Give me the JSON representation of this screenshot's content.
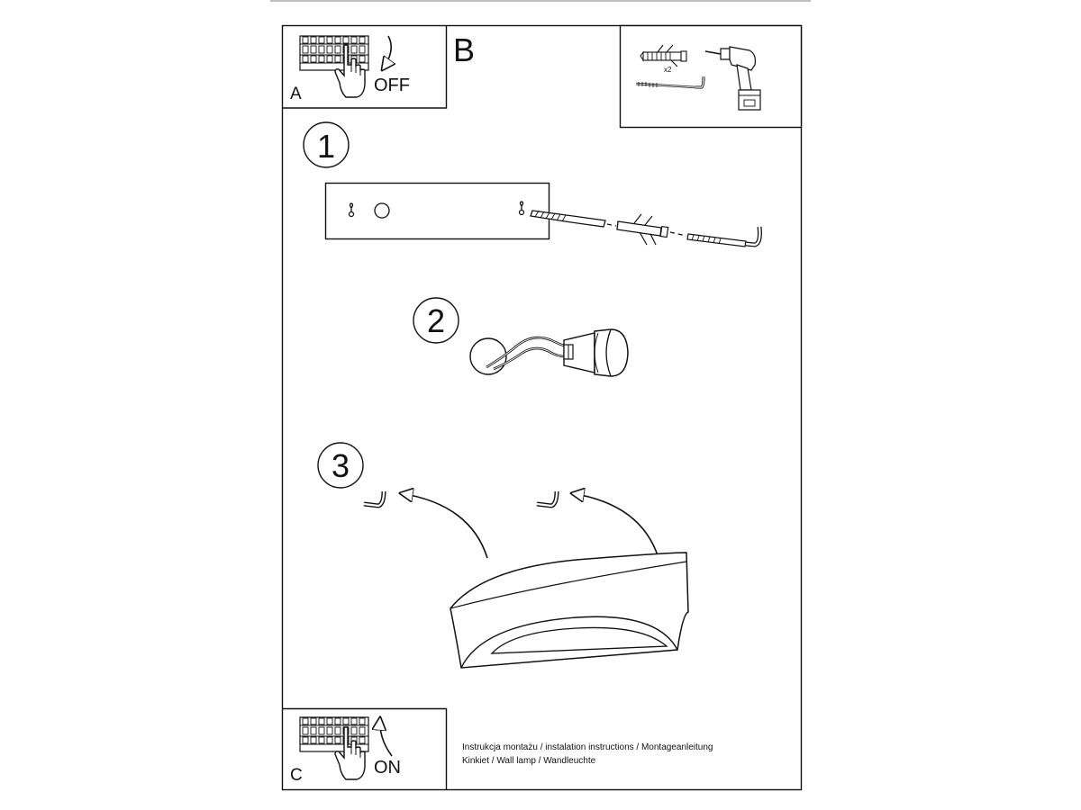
{
  "panels": {
    "a": {
      "letter": "A",
      "label": "OFF"
    },
    "b": {
      "letter": "B",
      "multiplier": "x2"
    },
    "c": {
      "letter": "C",
      "label": "ON"
    }
  },
  "steps": [
    "1",
    "2",
    "3"
  ],
  "footer": {
    "line1": "Instrukcja montażu / instalation instructions / Montageanleitung",
    "line2": "Kinkiet / Wall lamp / Wandleuchte"
  },
  "icons": {
    "breaker": "circuit-breaker-icon",
    "hand": "hand-icon",
    "switch_off_arrow": "arrow-down-icon",
    "switch_on_arrow": "arrow-up-icon",
    "drill": "drill-icon",
    "dowel": "wall-plug-icon",
    "hook": "hook-screw-icon"
  },
  "colors": {
    "ink": "#111111",
    "paper": "#ffffff",
    "rule": "#999999"
  }
}
